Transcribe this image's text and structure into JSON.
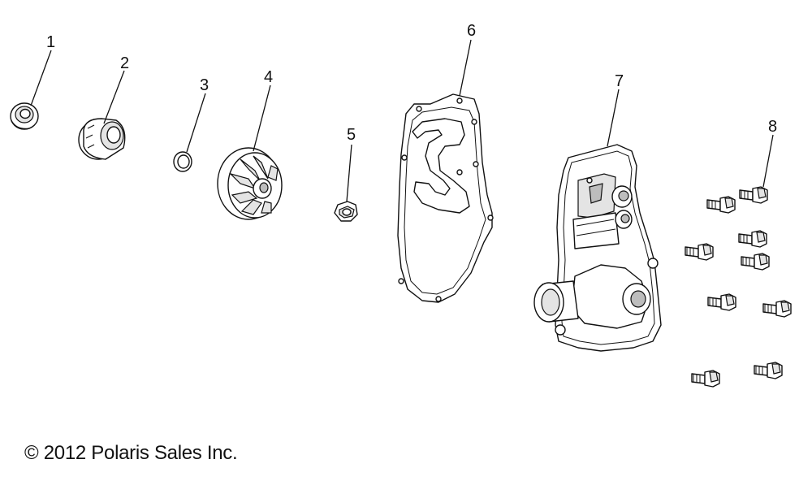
{
  "callouts": [
    {
      "id": "1",
      "label": "1"
    },
    {
      "id": "2",
      "label": "2"
    },
    {
      "id": "3",
      "label": "3"
    },
    {
      "id": "4",
      "label": "4"
    },
    {
      "id": "5",
      "label": "5"
    },
    {
      "id": "6",
      "label": "6"
    },
    {
      "id": "7",
      "label": "7"
    },
    {
      "id": "8",
      "label": "8"
    }
  ],
  "footer": {
    "copyright": "© 2012 Polaris Sales Inc."
  }
}
